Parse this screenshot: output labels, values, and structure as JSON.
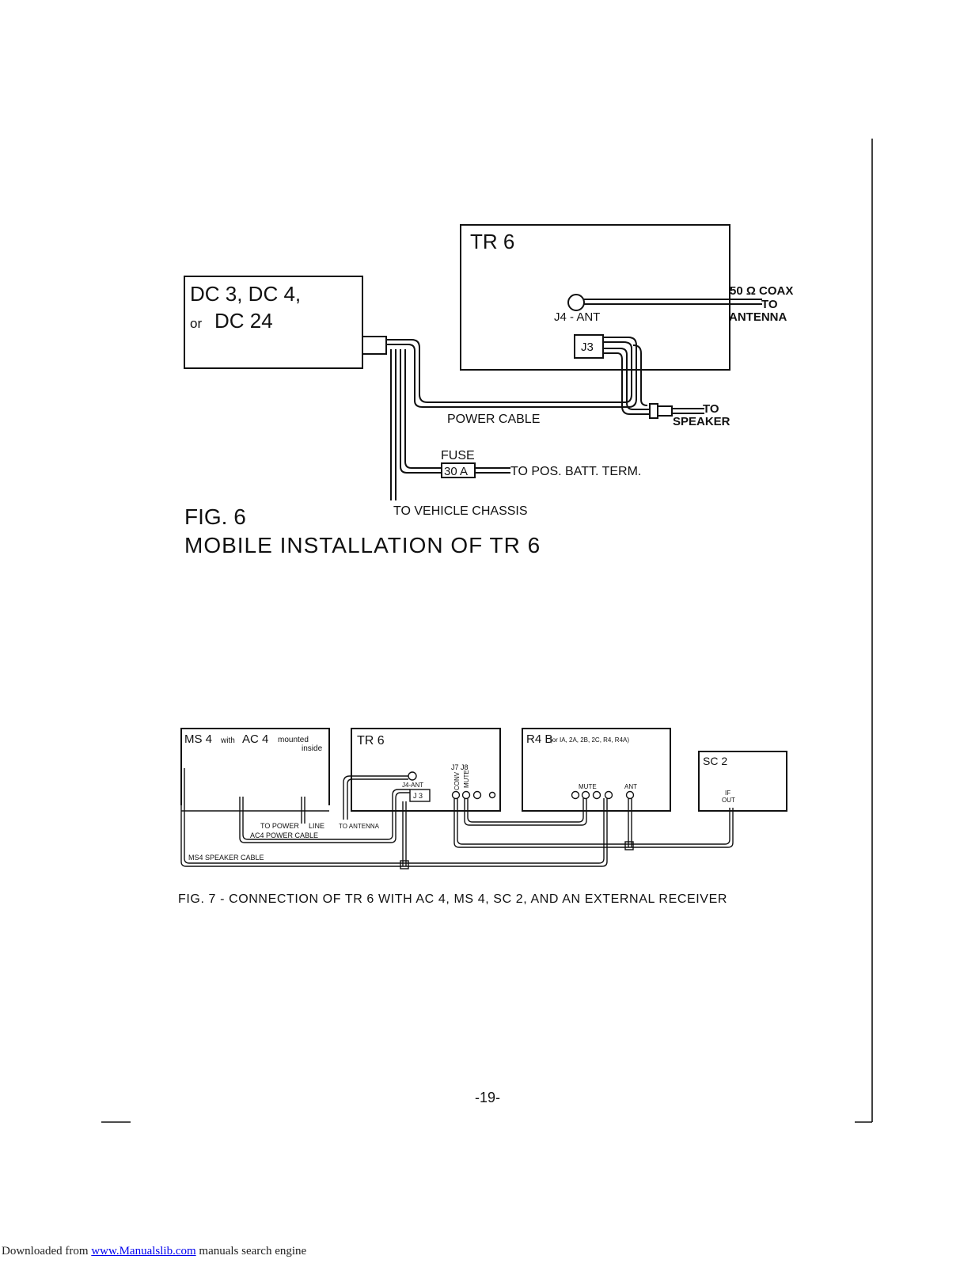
{
  "fig6": {
    "tr6_label": "TR 6",
    "dc_line1": "DC 3, DC 4,",
    "dc_or": "or",
    "dc_line2": "DC 24",
    "j4_label": "J4 - ANT",
    "j3_label": "J3",
    "coax_label": "50 Ω COAX",
    "coax_to": "TO",
    "coax_antenna": "ANTENNA",
    "speaker_to": "TO",
    "speaker_label": "SPEAKER",
    "power_cable": "POWER CABLE",
    "fuse_label": "FUSE",
    "fuse_value": "30 A",
    "batt_label": "TO POS. BATT. TERM.",
    "chassis_label": "TO VEHICLE CHASSIS",
    "fig_number": "FIG. 6",
    "fig_title": "MOBILE INSTALLATION OF TR 6"
  },
  "fig7": {
    "ms4_label": "MS 4",
    "ms4_with": "with",
    "ac4_label": "AC 4",
    "ms4_mounted": "mounted",
    "ms4_inside": "inside",
    "tr6_label": "TR 6",
    "j4_label": "J4-ANT",
    "j3_label": "J 3",
    "j7_label": "J7",
    "j8_label": "J8",
    "conv_label": "CONV",
    "mute_vert_label": "MUTE",
    "r4b_label": "R4 B",
    "r4b_sub": "(or IA, 2A, 2B, 2C, R4, R4A)",
    "mute_label": "MUTE",
    "ant_label": "ANT",
    "sc2_label": "SC 2",
    "if_label": "IF",
    "out_label": "OUT",
    "to_power": "TO POWER",
    "line_label": "LINE",
    "to_antenna": "TO ANTENNA",
    "ac4_cable": "AC4 POWER CABLE",
    "ms4_cable": "MS4 SPEAKER CABLE",
    "caption": "FIG. 7 - CONNECTION OF TR 6 WITH AC 4, MS 4, SC 2, AND AN EXTERNAL RECEIVER"
  },
  "page_number": "-19-",
  "footer": {
    "prefix": "Downloaded from",
    "link": "www.Manualslib.com",
    "suffix": " manuals search engine"
  }
}
